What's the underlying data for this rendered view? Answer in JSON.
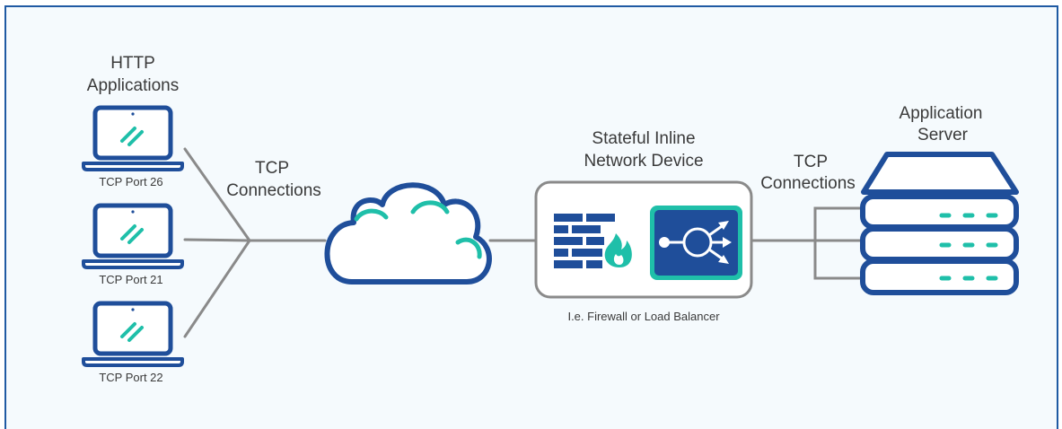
{
  "colors": {
    "background": "#f5fafd",
    "border": "#1f5aa3",
    "navy": "#1f4e9a",
    "teal": "#1fbfa9",
    "line": "#8a8a8a",
    "text": "#3a3a3a"
  },
  "apps": {
    "heading_line1": "HTTP",
    "heading_line2": "Applications",
    "laptops": [
      {
        "port_label": "TCP Port 26"
      },
      {
        "port_label": "TCP Port 21"
      },
      {
        "port_label": "TCP Port 22"
      }
    ]
  },
  "left_connections": {
    "line1": "TCP",
    "line2": "Connections"
  },
  "device": {
    "title_line1": "Stateful Inline",
    "title_line2": "Network Device",
    "caption": "I.e. Firewall or Load Balancer"
  },
  "right_connections": {
    "line1": "TCP",
    "line2": "Connections"
  },
  "server": {
    "title_line1": "Application",
    "title_line2": "Server"
  }
}
